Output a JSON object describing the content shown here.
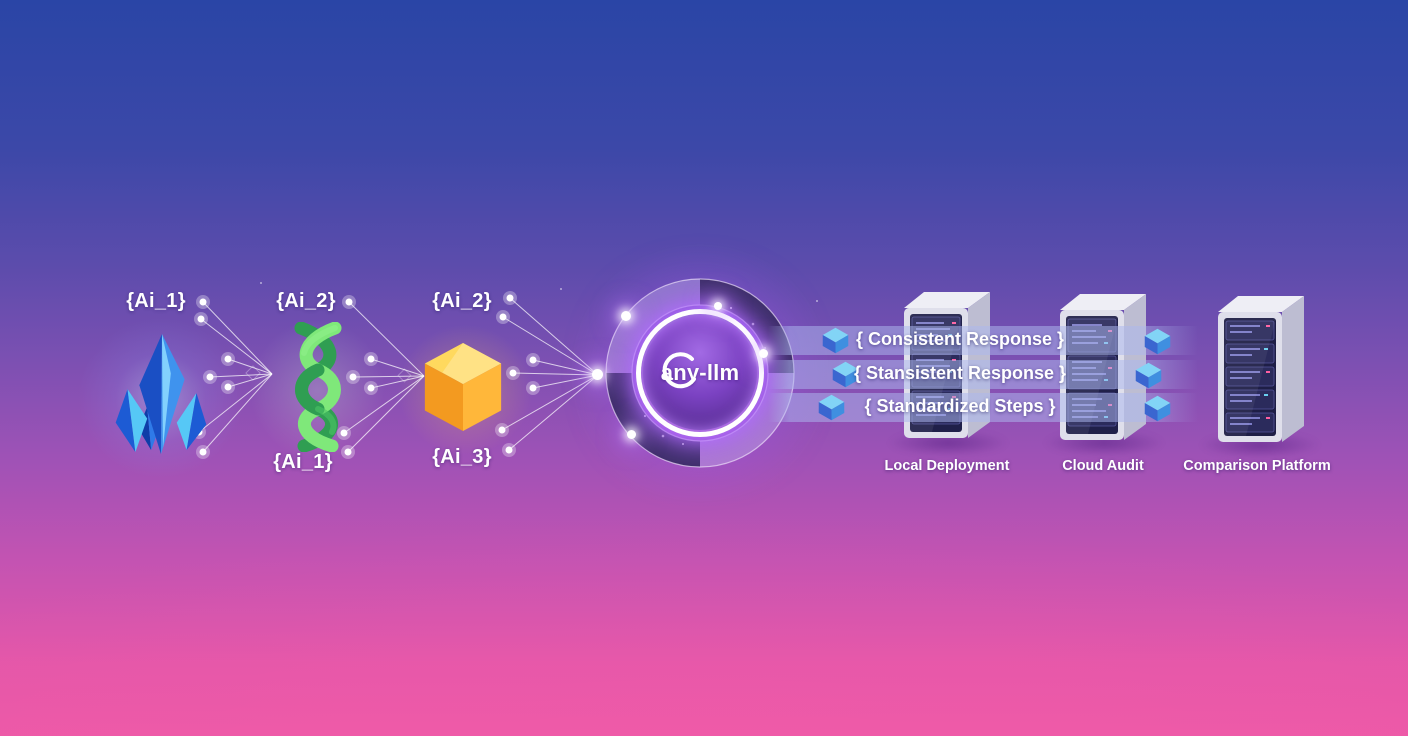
{
  "sources": [
    {
      "name": "crystal",
      "label_top": "{Ai_1}"
    },
    {
      "name": "dna-helix",
      "label_top": "{Ai_2}",
      "label_bottom": "{Ai_1}"
    },
    {
      "name": "cube",
      "label_top": "{Ai_2}",
      "label_bottom": "{Ai_3}"
    }
  ],
  "hub": {
    "logo": "any-llm"
  },
  "outputs": [
    {
      "label": "{ Consistent Response }"
    },
    {
      "label": "{ Stansistent Response }"
    },
    {
      "label": "{ Standardized Steps }"
    }
  ],
  "servers": [
    {
      "label": "Local Deployment"
    },
    {
      "label": "Cloud Audit"
    },
    {
      "label": "Comparison Platform"
    }
  ],
  "colors": {
    "bg_top": "#2a45a6",
    "bg_bottom": "#ec59a7",
    "band": "#acb7ee",
    "ring_dark_segment": "#312b57",
    "hub_glow": "#b26eff",
    "crystal_blue": "#3f93ee",
    "dna_green": "#7fe87a",
    "cube_orange": "#ffb73a",
    "mini_cube_blue": "#4196e8",
    "text": "#ffffff"
  }
}
